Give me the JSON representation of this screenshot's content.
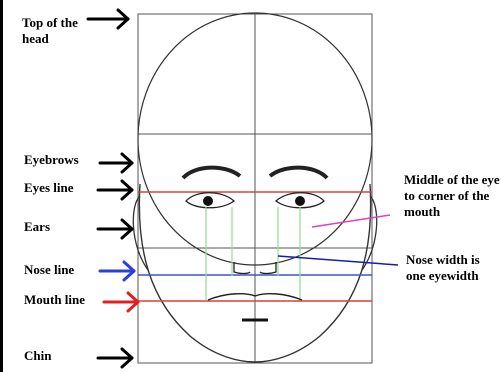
{
  "labels": {
    "top_of_head": "Top of the head",
    "eyebrows": "Eyebrows",
    "eyes_line": "Eyes line",
    "ears": "Ears",
    "nose_line": "Nose line",
    "mouth_line": "Mouth line",
    "chin": "Chin",
    "middle_eye_mouth": "Middle of the eye to corner of the mouth",
    "nose_width": "Nose width is one eyewidth"
  },
  "colors": {
    "ink": "#000000",
    "eyes_line": "#c8464b",
    "nose_line": "#3c55c8",
    "mouth_line": "#e03c3c",
    "nose_arrow": "#2a3fe0",
    "mouth_arrow": "#e02020",
    "eye_mouth_guide": "#90e090",
    "eye_mouth_pointer": "#e040c0",
    "nose_width_pointer": "#1a1ab0"
  }
}
